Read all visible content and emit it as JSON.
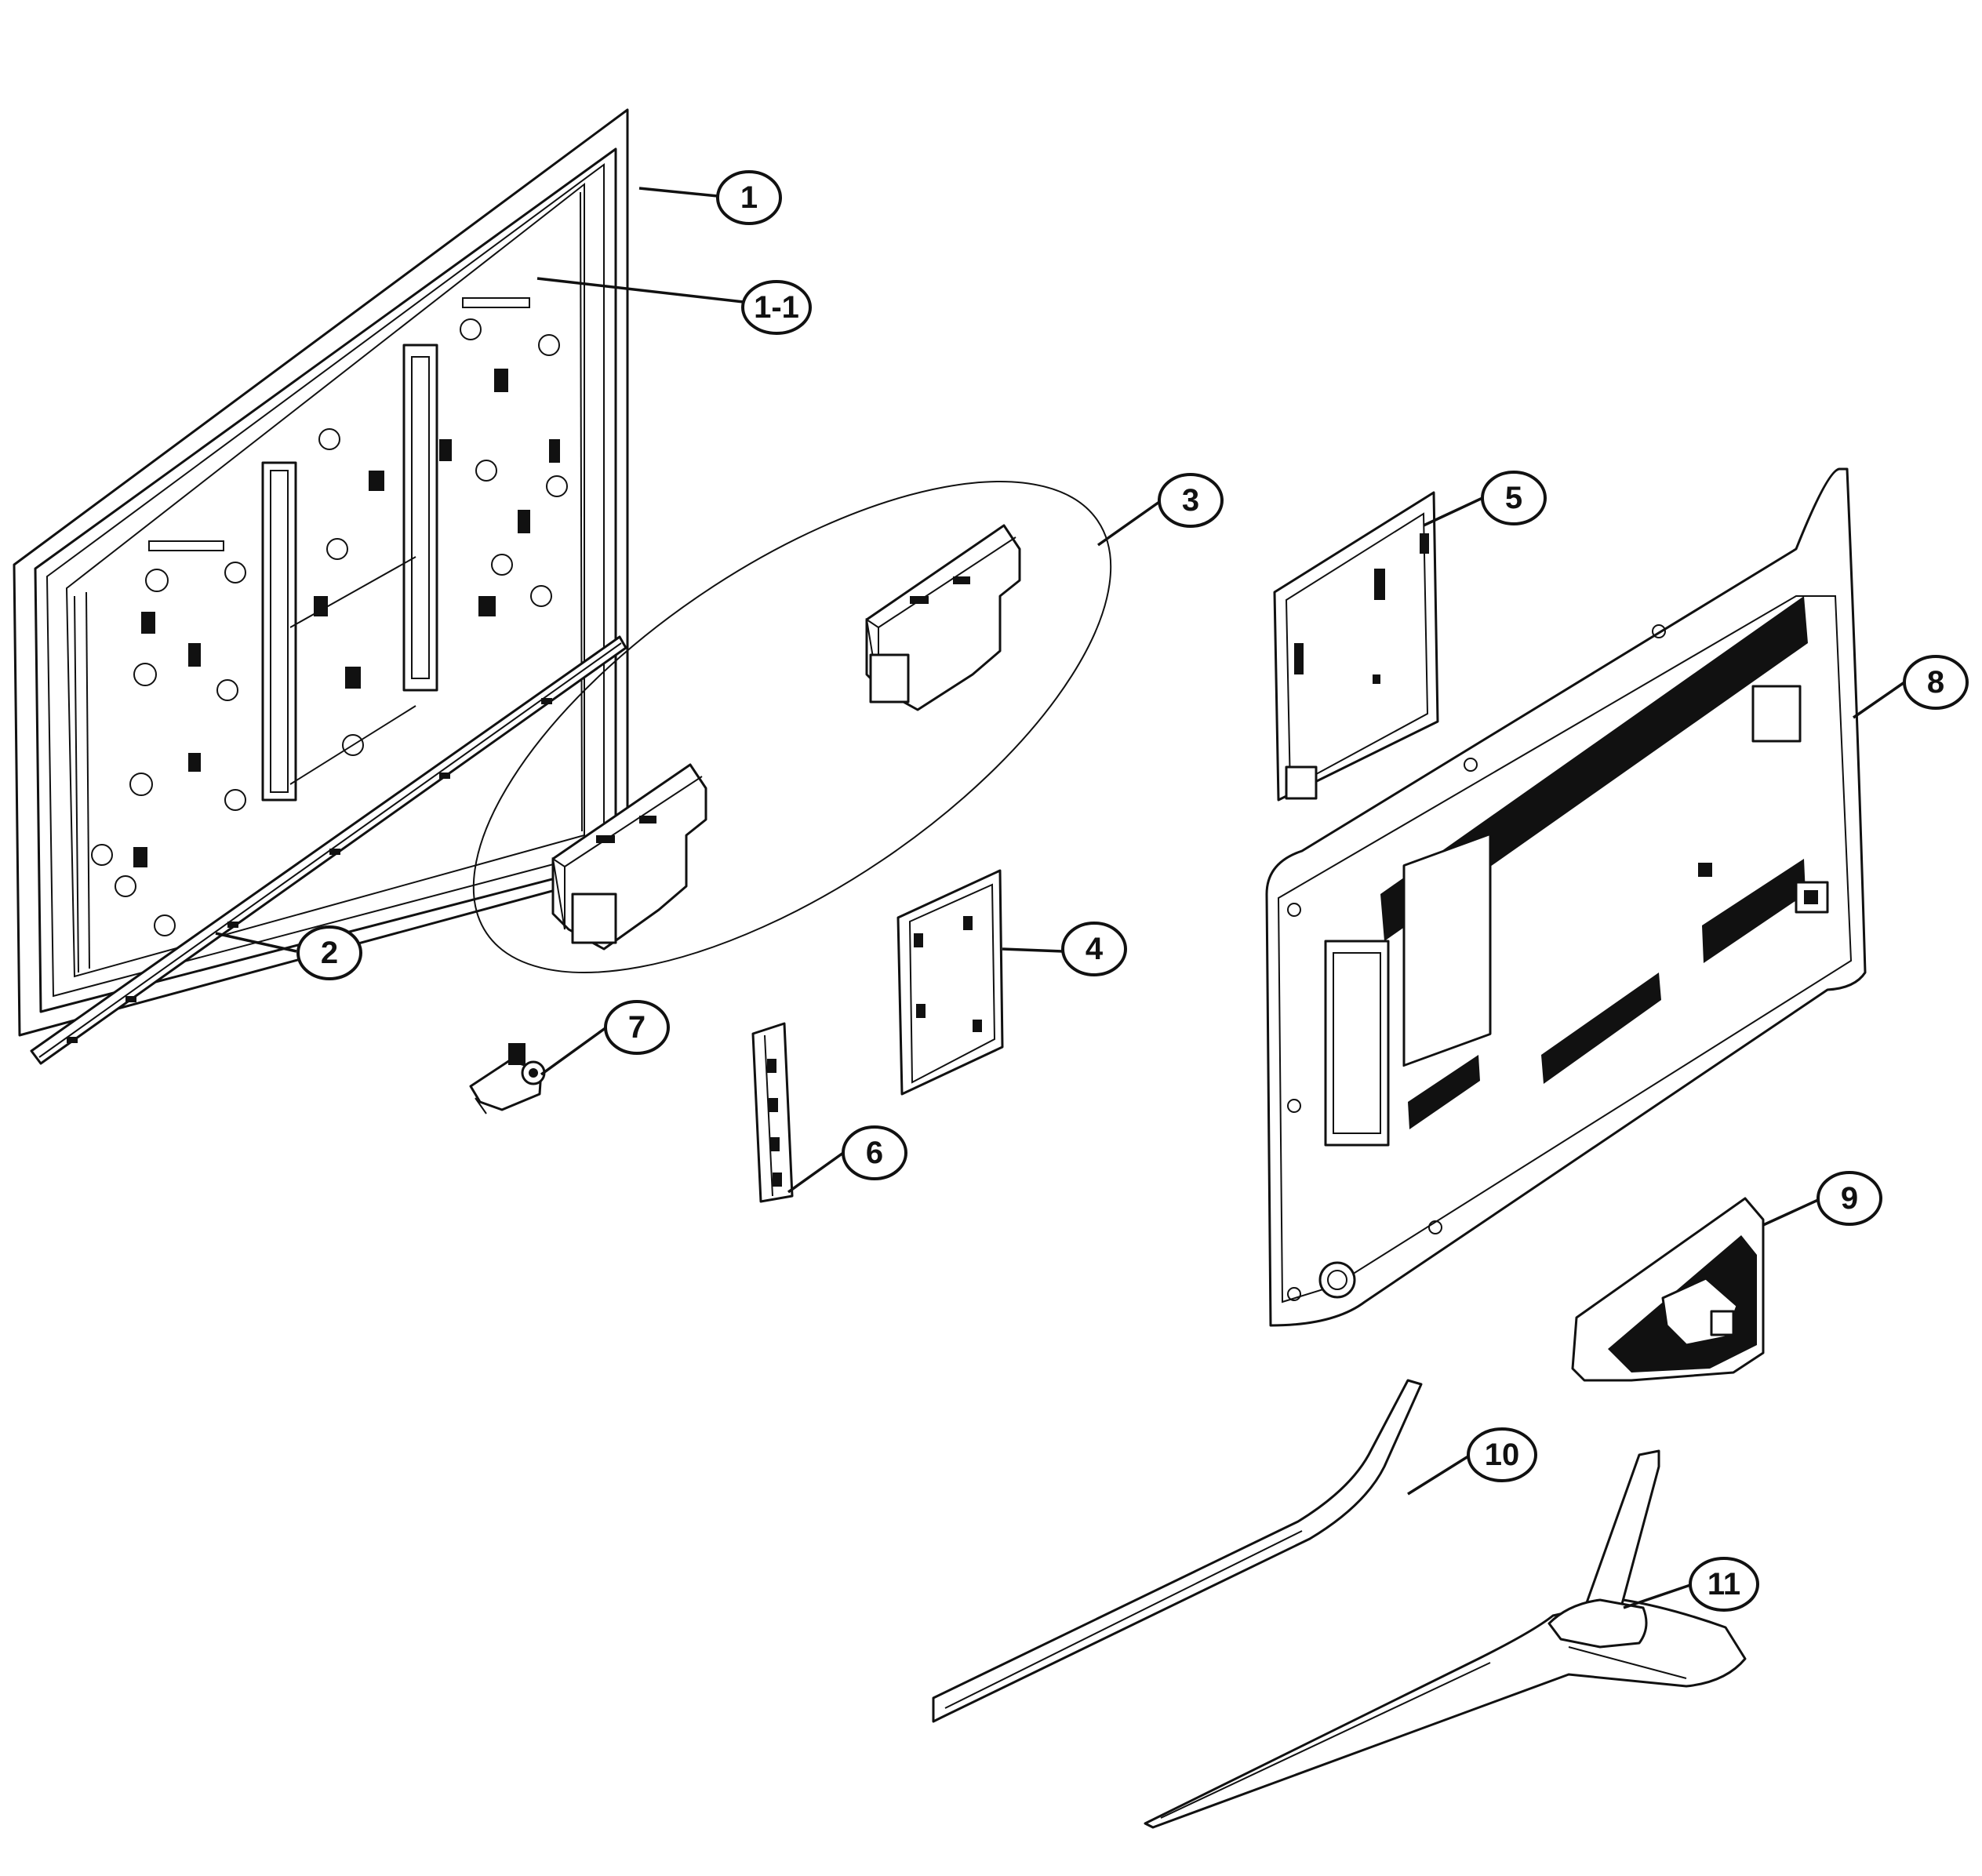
{
  "callouts": [
    {
      "id": "1",
      "label": "1"
    },
    {
      "id": "1-1",
      "label": "1-1"
    },
    {
      "id": "2",
      "label": "2"
    },
    {
      "id": "3",
      "label": "3"
    },
    {
      "id": "4",
      "label": "4"
    },
    {
      "id": "5",
      "label": "5"
    },
    {
      "id": "6",
      "label": "6"
    },
    {
      "id": "7",
      "label": "7"
    },
    {
      "id": "8",
      "label": "8"
    },
    {
      "id": "9",
      "label": "9"
    },
    {
      "id": "10",
      "label": "10"
    },
    {
      "id": "11",
      "label": "11"
    }
  ]
}
